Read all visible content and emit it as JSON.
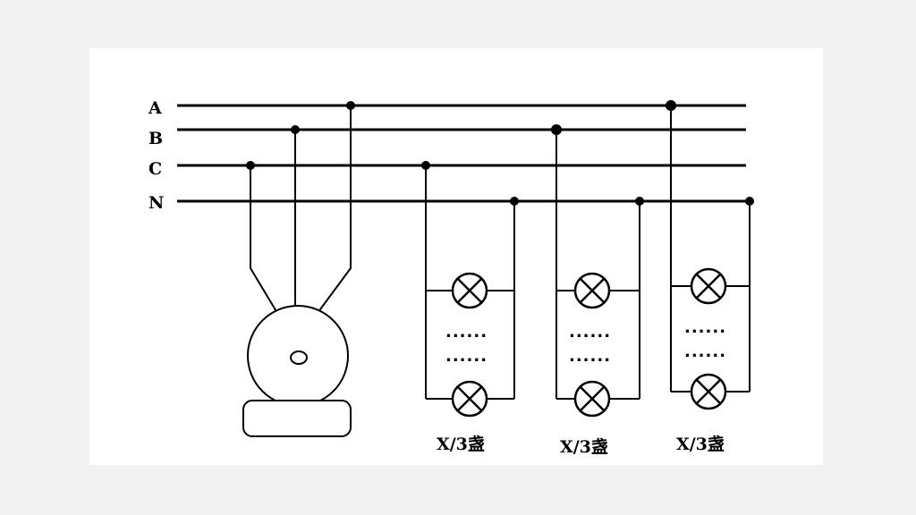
{
  "lines": {
    "a": "A",
    "b": "B",
    "c": "C",
    "n": "N"
  },
  "lamp_groups": [
    {
      "label": "X/3盏",
      "phase": "C",
      "ellipsis": "......"
    },
    {
      "label": "X/3盏",
      "phase": "B",
      "ellipsis": "......"
    },
    {
      "label": "X/3盏",
      "phase": "A",
      "ellipsis": "......"
    }
  ]
}
